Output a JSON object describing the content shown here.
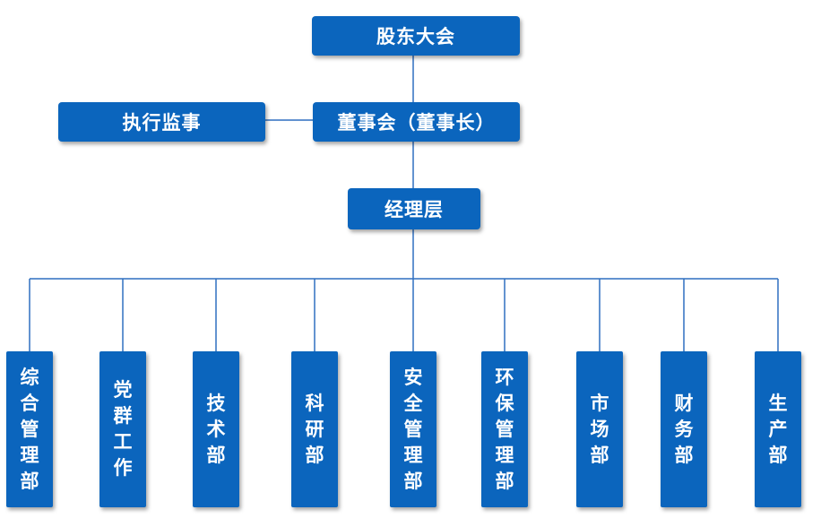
{
  "diagram": {
    "shareholders_meeting": "股东大会",
    "board": "董事会（董事长）",
    "supervisor": "执行监事",
    "management": "经理层",
    "departments": [
      "综合管理部",
      "党群工作",
      "技术部",
      "科研部",
      "安全管理部",
      "环保管理部",
      "市场部",
      "财务部",
      "生产部"
    ]
  },
  "colors": {
    "box_fill": "#0b65bd",
    "connector": "#2f6fc0",
    "text": "#ffffff"
  }
}
